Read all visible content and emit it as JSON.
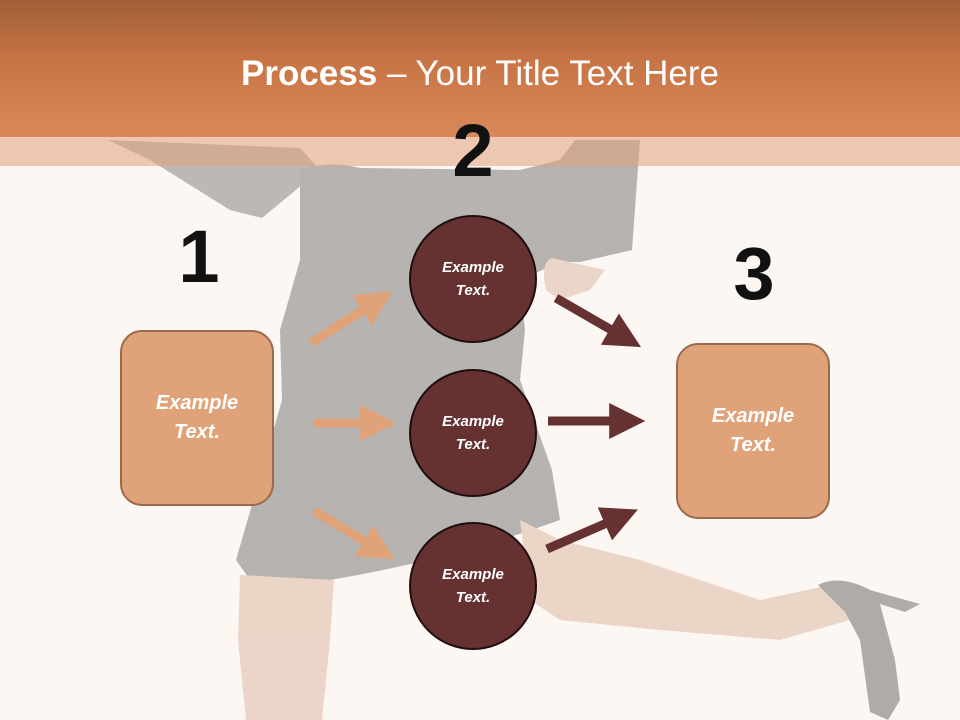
{
  "title": {
    "bold": "Process",
    "rest": " – Your Title Text Here"
  },
  "steps": {
    "one": "1",
    "two": "2",
    "three": "3"
  },
  "boxes": {
    "left": [
      "Example",
      "Text."
    ],
    "right": [
      "Example",
      "Text."
    ]
  },
  "circles": [
    [
      "Example",
      "Text."
    ],
    [
      "Example",
      "Text."
    ],
    [
      "Example",
      "Text."
    ]
  ],
  "colors": {
    "header": "#c87546",
    "box_fill": "#e0a379",
    "circle_fill": "#663131",
    "arrow_light": "#e0a379",
    "arrow_dark": "#663131"
  },
  "icons": {
    "arrow": "arrow-icon"
  }
}
